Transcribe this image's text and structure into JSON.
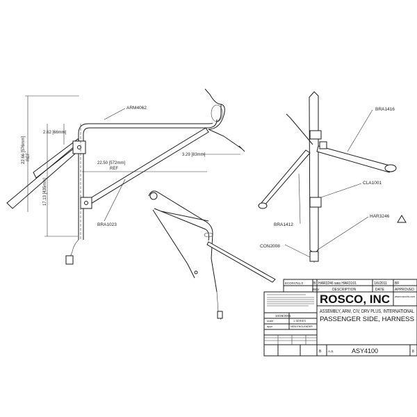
{
  "labels": {
    "arm": "ARM4062",
    "bra_left": "BRA1023",
    "bra_top_right": "BRA1416",
    "cla": "CLA1001",
    "bra_right": "BRA1412",
    "har": "HAR3246",
    "con": "CON2008"
  },
  "dimensions": {
    "height_ref": "22.66 [576mm]",
    "height_ref_sub": "REF",
    "height_inner": "17.13 [435mm]",
    "offset_top": "2.62 [66mm]",
    "width_ref": "22.50 [572mm]",
    "width_ref_sub": "REF",
    "right_offset": "3.29 [83mm]"
  },
  "title_block": {
    "rev_ecn": "ECO#4761.0",
    "rev_letter": "B",
    "rev_desc": "HAR3246  was  HAR3101",
    "rev_date": "1/6/2011",
    "rev_by": "BF",
    "hdr_rev": "REV",
    "hdr_desc": "DESCRIPTION",
    "hdr_date": "DATE",
    "hdr_approved": "APPROVED",
    "company": "ROSCO, INC",
    "company_small": "www.roscoinc.com",
    "title_line1": "ASSEMBLY, ARM, C/V, DRV PLUS, INTERNATIONAL",
    "title_line2": "PASSENGER SIDE, HARNESS",
    "drawing_no": "ASY4100",
    "date_value": "10/28/2001",
    "scale_label": "scale",
    "scale_value": "1 SERIES",
    "drawn_label": "appr.",
    "drawn_value": "NEW ENGLANDER",
    "dwn_initials": "A.S.",
    "size_label": "B",
    "sheet_label": "8"
  }
}
